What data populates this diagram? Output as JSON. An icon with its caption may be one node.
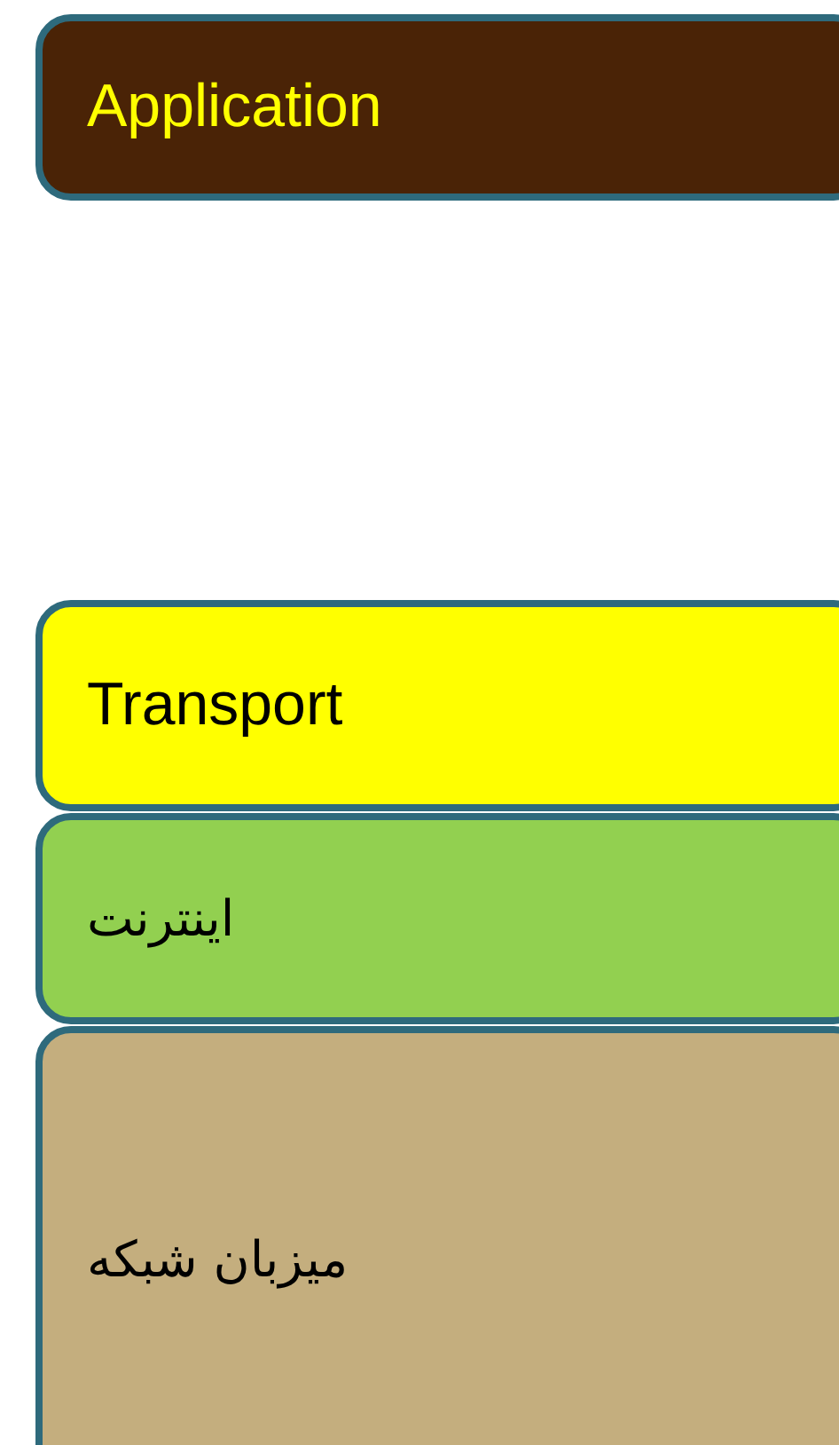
{
  "diagram": {
    "nodes": [
      {
        "text": [
          "Application"
        ]
      },
      {
        "text": [
          "Transport"
        ]
      },
      {
        "text": [
          "اینترنت"
        ]
      },
      {
        "text": [
          "میزبان شبکه"
        ]
      }
    ]
  }
}
